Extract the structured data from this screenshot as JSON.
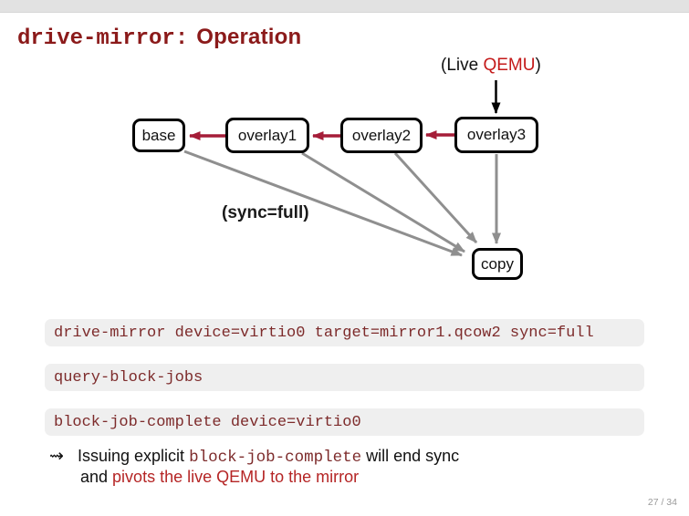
{
  "slide": {
    "title": {
      "code_part": "drive-mirror:",
      "plain_part": "Operation"
    },
    "live_qemu": {
      "prefix": "(Live ",
      "highlight": "QEMU",
      "suffix": ")"
    },
    "diagram": {
      "nodes": [
        {
          "id": "base",
          "label": "base"
        },
        {
          "id": "overlay1",
          "label": "overlay1"
        },
        {
          "id": "overlay2",
          "label": "overlay2"
        },
        {
          "id": "overlay3",
          "label": "overlay3"
        },
        {
          "id": "copy",
          "label": "copy"
        }
      ],
      "sync_label": "(sync=full)",
      "edges": {
        "backing_chain": [
          "overlay1->base",
          "overlay2->overlay1",
          "overlay3->overlay2"
        ],
        "mirror_copies": [
          "base->copy",
          "overlay1->copy",
          "overlay2->copy",
          "overlay3->copy"
        ],
        "live_attach": "Live QEMU->overlay3"
      }
    },
    "code_blocks": [
      "drive-mirror device=virtio0 target=mirror1.qcow2 sync=full",
      "query-block-jobs",
      "block-job-complete device=virtio0"
    ],
    "bullet": {
      "marker": "⇝",
      "line1": {
        "pre": "Issuing explicit ",
        "code": "block-job-complete",
        "post": " will end sync"
      },
      "line2": {
        "pre": "and ",
        "alert": "pivots the live QEMU to the mirror"
      }
    },
    "footer": {
      "page_number": "27 / 34"
    },
    "colors": {
      "title_maroon": "#8b1a1a",
      "code_maroon": "#7d2b2b",
      "alert_red": "#b52525",
      "qemu_red": "#c41a1a",
      "arrow_red": "#a51d38",
      "arrow_gray": "#8f8f8f",
      "codeblock_bg": "#efefef",
      "topbar_gray": "#e2e2e2"
    }
  }
}
